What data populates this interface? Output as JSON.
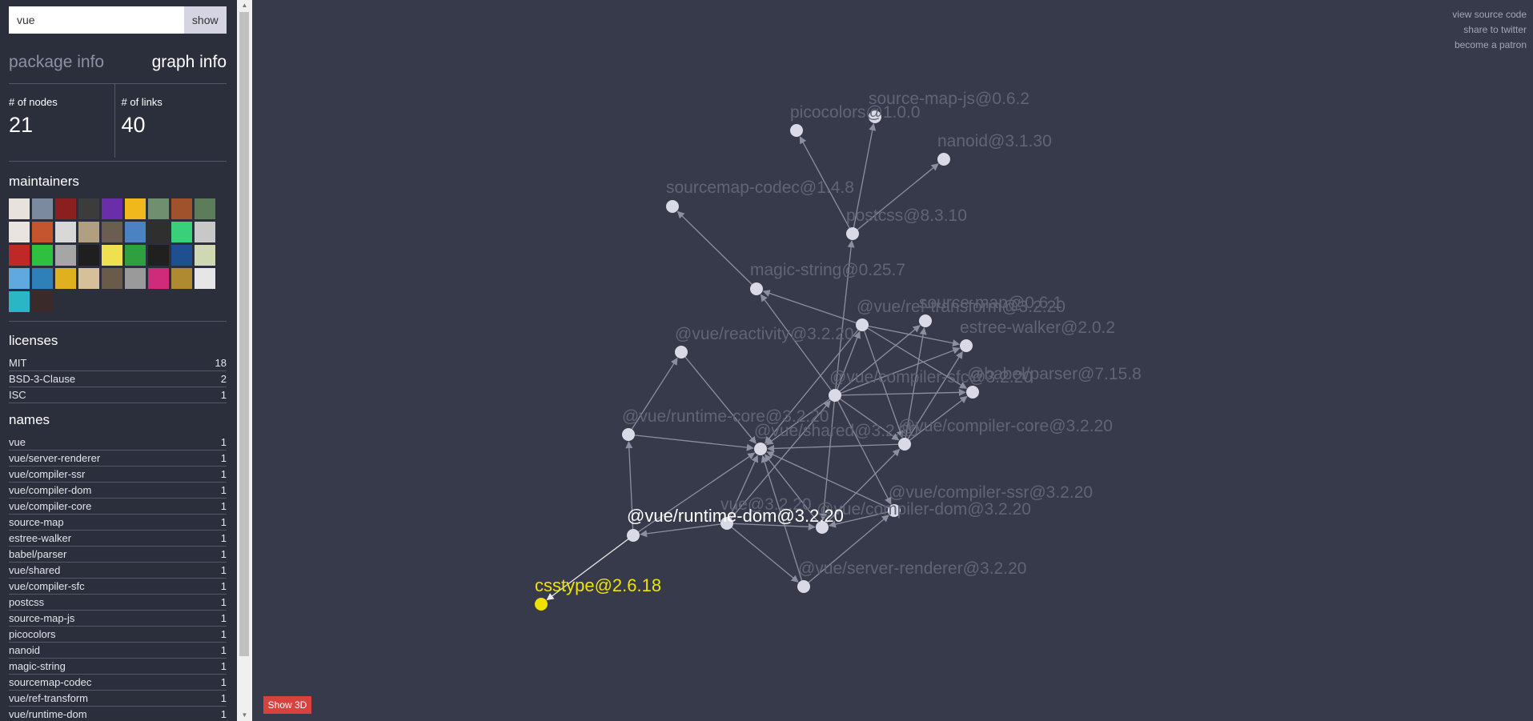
{
  "search": {
    "value": "vue",
    "button_label": "show"
  },
  "tabs": {
    "package_info": "package info",
    "graph_info": "graph info"
  },
  "stats": {
    "nodes_label": "# of nodes",
    "nodes_value": "21",
    "links_label": "# of links",
    "links_value": "40"
  },
  "maintainers": {
    "title": "maintainers",
    "avatar_colors": [
      "#e8e2dc",
      "#7c8aa0",
      "#8b1f1f",
      "#3c3c3c",
      "#6a2fa8",
      "#f0b81a",
      "#6f8f6e",
      "#a0522d",
      "#5d7d5a",
      "#e9e4e0",
      "#c4562e",
      "#d8d8d8",
      "#b0a080",
      "#6b5d50",
      "#4d82c2",
      "#2f2f2f",
      "#3ad07a",
      "#c8c8c8",
      "#c02828",
      "#30c040",
      "#a6a6a6",
      "#1f1f1f",
      "#f0e050",
      "#2fa040",
      "#202020",
      "#1e4f8f",
      "#cfd8b0",
      "#5fa8e0",
      "#2f7fb8",
      "#e0b020",
      "#d6c09a",
      "#6a5a4a",
      "#9a9a9a",
      "#d02a7a",
      "#b08a30",
      "#e6e6e6",
      "#2bb6c6",
      "#3a2a2a"
    ]
  },
  "licenses": {
    "title": "licenses",
    "items": [
      {
        "name": "MIT",
        "count": "18"
      },
      {
        "name": "BSD-3-Clause",
        "count": "2"
      },
      {
        "name": "ISC",
        "count": "1"
      }
    ]
  },
  "names": {
    "title": "names",
    "items": [
      {
        "name": "vue",
        "count": "1"
      },
      {
        "name": "vue/server-renderer",
        "count": "1"
      },
      {
        "name": "vue/compiler-ssr",
        "count": "1"
      },
      {
        "name": "vue/compiler-dom",
        "count": "1"
      },
      {
        "name": "vue/compiler-core",
        "count": "1"
      },
      {
        "name": "source-map",
        "count": "1"
      },
      {
        "name": "estree-walker",
        "count": "1"
      },
      {
        "name": "babel/parser",
        "count": "1"
      },
      {
        "name": "vue/shared",
        "count": "1"
      },
      {
        "name": "vue/compiler-sfc",
        "count": "1"
      },
      {
        "name": "postcss",
        "count": "1"
      },
      {
        "name": "source-map-js",
        "count": "1"
      },
      {
        "name": "picocolors",
        "count": "1"
      },
      {
        "name": "nanoid",
        "count": "1"
      },
      {
        "name": "magic-string",
        "count": "1"
      },
      {
        "name": "sourcemap-codec",
        "count": "1"
      },
      {
        "name": "vue/ref-transform",
        "count": "1"
      },
      {
        "name": "vue/runtime-dom",
        "count": "1"
      }
    ]
  },
  "top_links": [
    "view source code",
    "share to twitter",
    "become a patron"
  ],
  "show3d_label": "Show 3D",
  "graph": {
    "colors": {
      "node": "#dadae6",
      "highlight": "#f0e200",
      "focus_text": "#ffffff",
      "label": "#606474",
      "edge": "#8c8fa1"
    },
    "nodes": [
      {
        "id": "vue",
        "label": "vue@3.2.20"
      },
      {
        "id": "server-renderer",
        "label": "@vue/server-renderer@3.2.20"
      },
      {
        "id": "compiler-ssr",
        "label": "@vue/compiler-ssr@3.2.20"
      },
      {
        "id": "compiler-dom",
        "label": "@vue/compiler-dom@3.2.20"
      },
      {
        "id": "compiler-core",
        "label": "@vue/compiler-core@3.2.20"
      },
      {
        "id": "source-map",
        "label": "source-map@0.6.1"
      },
      {
        "id": "estree-walker",
        "label": "estree-walker@2.0.2"
      },
      {
        "id": "babel-parser",
        "label": "@babel/parser@7.15.8"
      },
      {
        "id": "shared",
        "label": "@vue/shared@3.2.20"
      },
      {
        "id": "compiler-sfc",
        "label": "@vue/compiler-sfc@3.2.20"
      },
      {
        "id": "postcss",
        "label": "postcss@8.3.10"
      },
      {
        "id": "source-map-js",
        "label": "source-map-js@0.6.2"
      },
      {
        "id": "picocolors",
        "label": "picocolors@1.0.0"
      },
      {
        "id": "nanoid",
        "label": "nanoid@3.1.30"
      },
      {
        "id": "magic-string",
        "label": "magic-string@0.25.7"
      },
      {
        "id": "sourcemap-codec",
        "label": "sourcemap-codec@1.4.8"
      },
      {
        "id": "ref-transform",
        "label": "@vue/ref-transform@3.2.20"
      },
      {
        "id": "reactivity",
        "label": "@vue/reactivity@3.2.20"
      },
      {
        "id": "runtime-core",
        "label": "@vue/runtime-core@3.2.20"
      },
      {
        "id": "runtime-dom",
        "label": "@vue/runtime-dom@3.2.20",
        "focus": true
      },
      {
        "id": "csstype",
        "label": "csstype@2.6.18",
        "highlight": true
      }
    ],
    "links": [
      [
        "vue",
        "shared"
      ],
      [
        "vue",
        "compiler-dom"
      ],
      [
        "vue",
        "runtime-dom"
      ],
      [
        "vue",
        "compiler-sfc"
      ],
      [
        "vue",
        "server-renderer"
      ],
      [
        "server-renderer",
        "shared"
      ],
      [
        "server-renderer",
        "compiler-ssr"
      ],
      [
        "compiler-ssr",
        "shared"
      ],
      [
        "compiler-ssr",
        "compiler-dom"
      ],
      [
        "compiler-dom",
        "shared"
      ],
      [
        "compiler-dom",
        "compiler-core"
      ],
      [
        "compiler-core",
        "shared"
      ],
      [
        "compiler-core",
        "babel-parser"
      ],
      [
        "compiler-core",
        "estree-walker"
      ],
      [
        "compiler-core",
        "source-map"
      ],
      [
        "compiler-sfc",
        "compiler-core"
      ],
      [
        "compiler-sfc",
        "compiler-dom"
      ],
      [
        "compiler-sfc",
        "compiler-ssr"
      ],
      [
        "compiler-sfc",
        "shared"
      ],
      [
        "compiler-sfc",
        "ref-transform"
      ],
      [
        "compiler-sfc",
        "babel-parser"
      ],
      [
        "compiler-sfc",
        "estree-walker"
      ],
      [
        "compiler-sfc",
        "source-map"
      ],
      [
        "compiler-sfc",
        "magic-string"
      ],
      [
        "compiler-sfc",
        "postcss"
      ],
      [
        "postcss",
        "nanoid"
      ],
      [
        "postcss",
        "picocolors"
      ],
      [
        "postcss",
        "source-map-js"
      ],
      [
        "magic-string",
        "sourcemap-codec"
      ],
      [
        "ref-transform",
        "compiler-core"
      ],
      [
        "ref-transform",
        "shared"
      ],
      [
        "ref-transform",
        "babel-parser"
      ],
      [
        "ref-transform",
        "estree-walker"
      ],
      [
        "ref-transform",
        "magic-string"
      ],
      [
        "reactivity",
        "shared"
      ],
      [
        "runtime-core",
        "reactivity"
      ],
      [
        "runtime-core",
        "shared"
      ],
      [
        "runtime-dom",
        "runtime-core"
      ],
      [
        "runtime-dom",
        "shared"
      ],
      [
        "runtime-dom",
        "csstype"
      ]
    ]
  }
}
